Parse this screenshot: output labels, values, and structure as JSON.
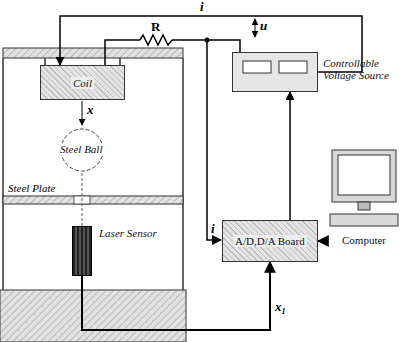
{
  "diagram": {
    "nodes": [
      {
        "text": [
          "Coil"
        ]
      },
      {
        "text": [
          "Steel Ball"
        ]
      },
      {
        "text": [
          "Laser Sensor"
        ]
      },
      {
        "text": [
          "Controllable Voltage Source"
        ]
      },
      {
        "text": [
          "A/D,D/A Board"
        ]
      },
      {
        "text": [
          "Computer"
        ]
      }
    ],
    "edges": [
      {
        "from": 3,
        "to": 0,
        "label": "i",
        "arrow": "to"
      },
      {
        "from": 2,
        "to": 4,
        "label": "x₁",
        "arrow": "to"
      },
      {
        "from": 4,
        "to": 3,
        "arrow": "to"
      },
      {
        "from": 5,
        "to": 4,
        "arrow": "to"
      }
    ],
    "labels": [
      "R",
      "u",
      "x",
      "Steel Plate",
      "i"
    ]
  }
}
